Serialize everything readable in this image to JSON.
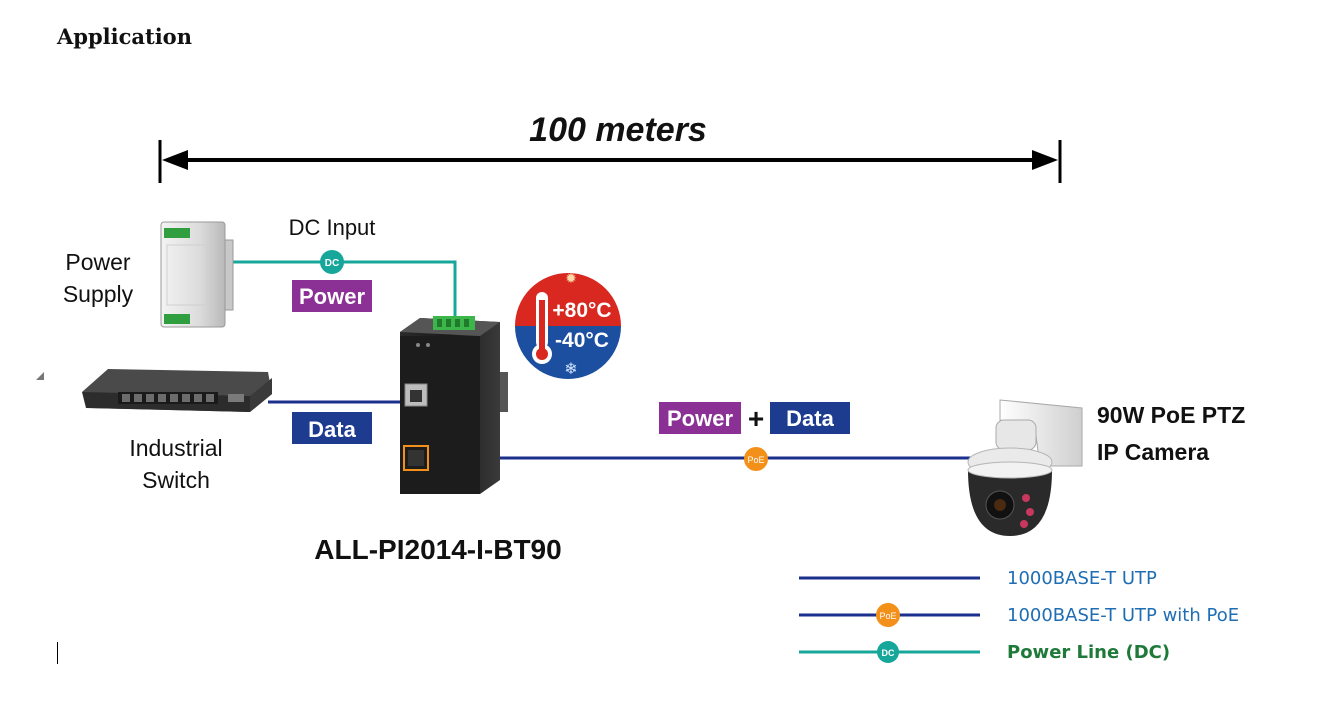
{
  "heading": "Application",
  "distance_label": "100 meters",
  "dc_input_label": "DC Input",
  "power_tag": "Power",
  "data_tag": "Data",
  "poe_power_tag": "Power",
  "poe_plus": "+",
  "poe_data_tag": "Data",
  "dc_marker": "DC",
  "poe_marker": "PoE",
  "devices": {
    "power_supply": [
      "Power",
      "Supply"
    ],
    "switch": [
      "Industrial",
      "Switch"
    ],
    "injector_model": "ALL-PI2014-I-BT90",
    "camera": [
      "90W PoE PTZ",
      "IP Camera"
    ]
  },
  "temperature": {
    "high": "+80°C",
    "low": "-40°C"
  },
  "legend": [
    {
      "label": "1000BASE-T UTP",
      "line_color": "#1b2f8c",
      "marker": ""
    },
    {
      "label": "1000BASE-T UTP with PoE",
      "line_color": "#1b2f8c",
      "marker": "PoE"
    },
    {
      "label": "Power Line (DC)",
      "line_color": "#17a79a",
      "marker": "DC"
    }
  ],
  "colors": {
    "utp": "#1b2f8c",
    "dc_line": "#17a79a",
    "poe_marker": "#f39019",
    "power_tag": "#8b3196",
    "data_tag": "#1d3b8f",
    "legend_text_blue": "#1f6eb4",
    "legend_text_green": "#1f7a3a",
    "temp_hot": "#d8281f",
    "temp_cold": "#1d4fa0"
  }
}
